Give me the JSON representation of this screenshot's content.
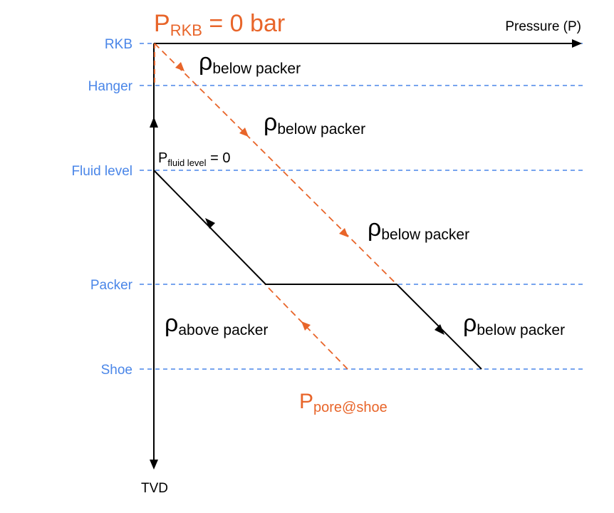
{
  "title_label": {
    "base": "P",
    "sub": "RKB",
    "rest": " = 0 bar"
  },
  "axes": {
    "x_label": "Pressure (P)",
    "y_label": "TVD"
  },
  "depth_levels": [
    "RKB",
    "Hanger",
    "Fluid level",
    "Packer",
    "Shoe"
  ],
  "fluid_level_label": {
    "base": "P",
    "sub": "fluid level",
    "rest": " = 0"
  },
  "density_labels": {
    "below_packer_1": {
      "base": "ρ",
      "sub": "below packer"
    },
    "below_packer_2": {
      "base": "ρ",
      "sub": "below packer"
    },
    "below_packer_3": {
      "base": "ρ",
      "sub": "below packer"
    },
    "below_packer_4": {
      "base": "ρ",
      "sub": "below packer"
    },
    "above_packer": {
      "base": "ρ",
      "sub": "above packer"
    }
  },
  "pore_label": {
    "base": "P",
    "sub": "pore@shoe"
  },
  "colors": {
    "level_line": "#4a86e8",
    "orange": "#e8652a",
    "black": "#000000"
  }
}
